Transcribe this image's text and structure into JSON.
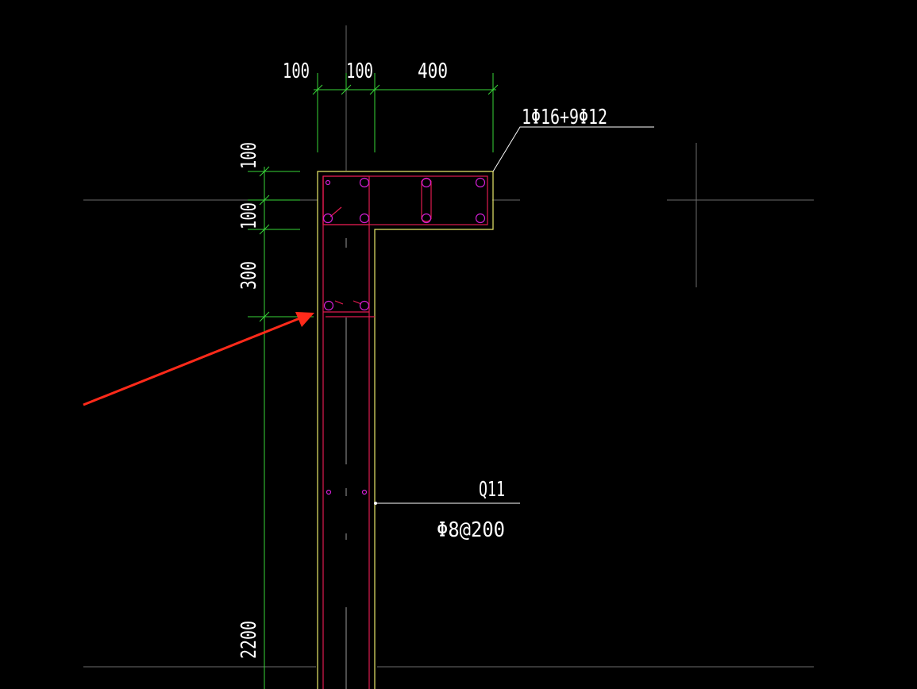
{
  "colors": {
    "background": "#000000",
    "dimension": "#39d639",
    "outline": "#e8e86a",
    "rebar": "#e01a4f",
    "bar_circle": "#d21fd2",
    "grid": "#6b6b6b",
    "text": "#ffffff",
    "arrow": "#ff2a1a",
    "center": "#9a9a9a"
  },
  "dimensions": {
    "top": [
      "100",
      "100",
      "400"
    ],
    "left": [
      "100",
      "100",
      "300",
      "2200"
    ]
  },
  "labels": {
    "top_rebar": "1Φ16+9Φ12",
    "wall_id": "Q11",
    "wall_stirrup": "Φ8@200"
  },
  "annotations": {
    "arrow": "red-arrow-pointer"
  }
}
